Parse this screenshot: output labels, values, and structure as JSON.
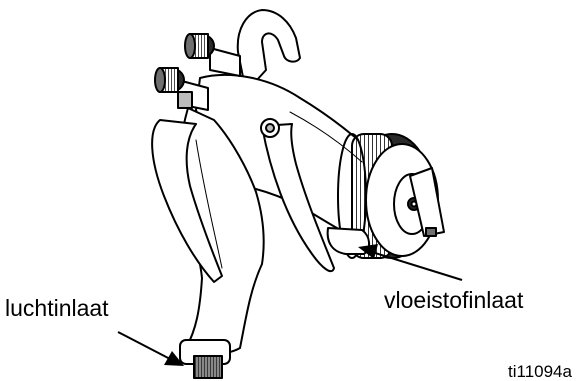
{
  "callouts": {
    "air_inlet": "luchtinlaat",
    "fluid_inlet": "vloeistofinlaat"
  },
  "figure_id": "ti11094a",
  "colors": {
    "line": "#000000",
    "body_fill": "#ffffff",
    "metal_dark": "#2a2a2a",
    "metal_mid": "#6f6f6f",
    "metal_light": "#bdbdbd"
  }
}
